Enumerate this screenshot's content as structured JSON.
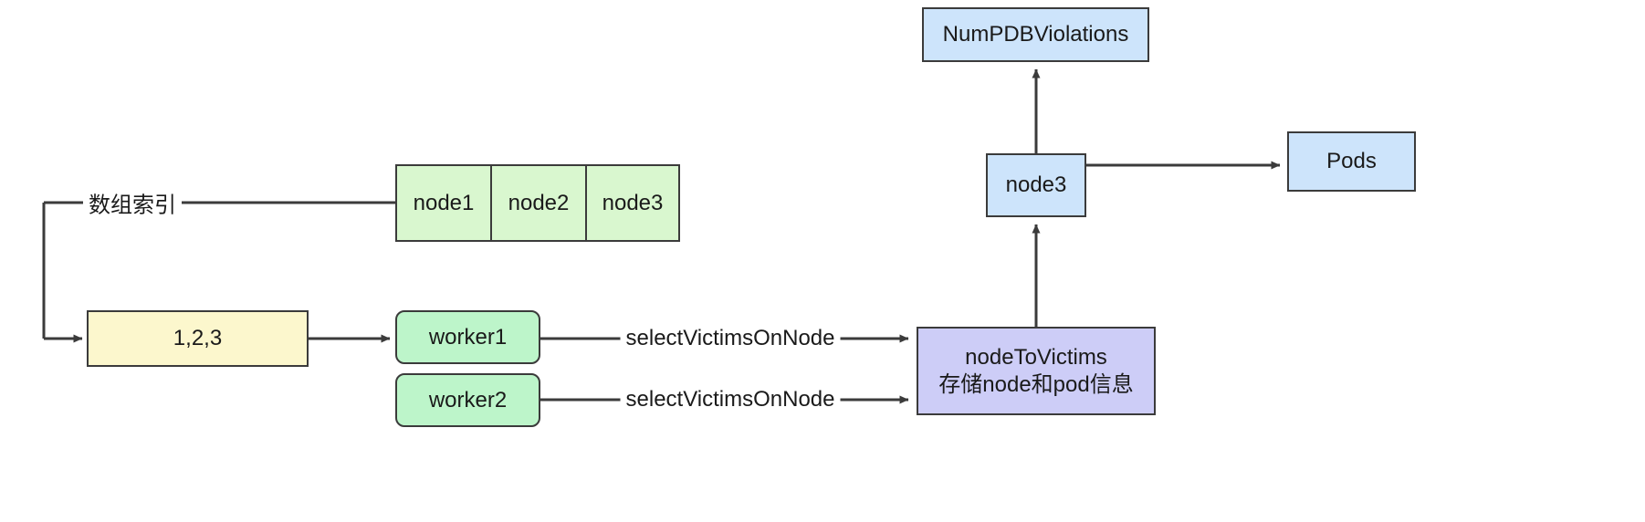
{
  "diagram": {
    "title": "Kubernetes scheduler preemption parallel victim selection flow",
    "background": "#ffffff",
    "colors": {
      "array_fill": "#d9f7cf",
      "yellow_fill": "#fcf7cd",
      "worker_fill": "#bdf5ca",
      "blue_fill": "#cde4fb",
      "purple_fill": "#cdcdf7",
      "stroke": "#3b3b3b",
      "text": "#1a1a1a"
    },
    "array_cells": [
      {
        "id": "node1",
        "label": "node1"
      },
      {
        "id": "node2",
        "label": "node2"
      },
      {
        "id": "node3",
        "label": "node3"
      }
    ],
    "boxes": {
      "index_values": "1,2,3",
      "worker1": "worker1",
      "worker2": "worker2",
      "num_pdb_violations": "NumPDBViolations",
      "node3_result": "node3",
      "pods": "Pods",
      "node_to_victims_line1": "nodeToVictims",
      "node_to_victims_line2": "存储node和pod信息"
    },
    "edge_labels": {
      "array_index": "数组索引",
      "select_victims_worker1": "selectVictimsOnNode",
      "select_victims_worker2": "selectVictimsOnNode"
    }
  }
}
